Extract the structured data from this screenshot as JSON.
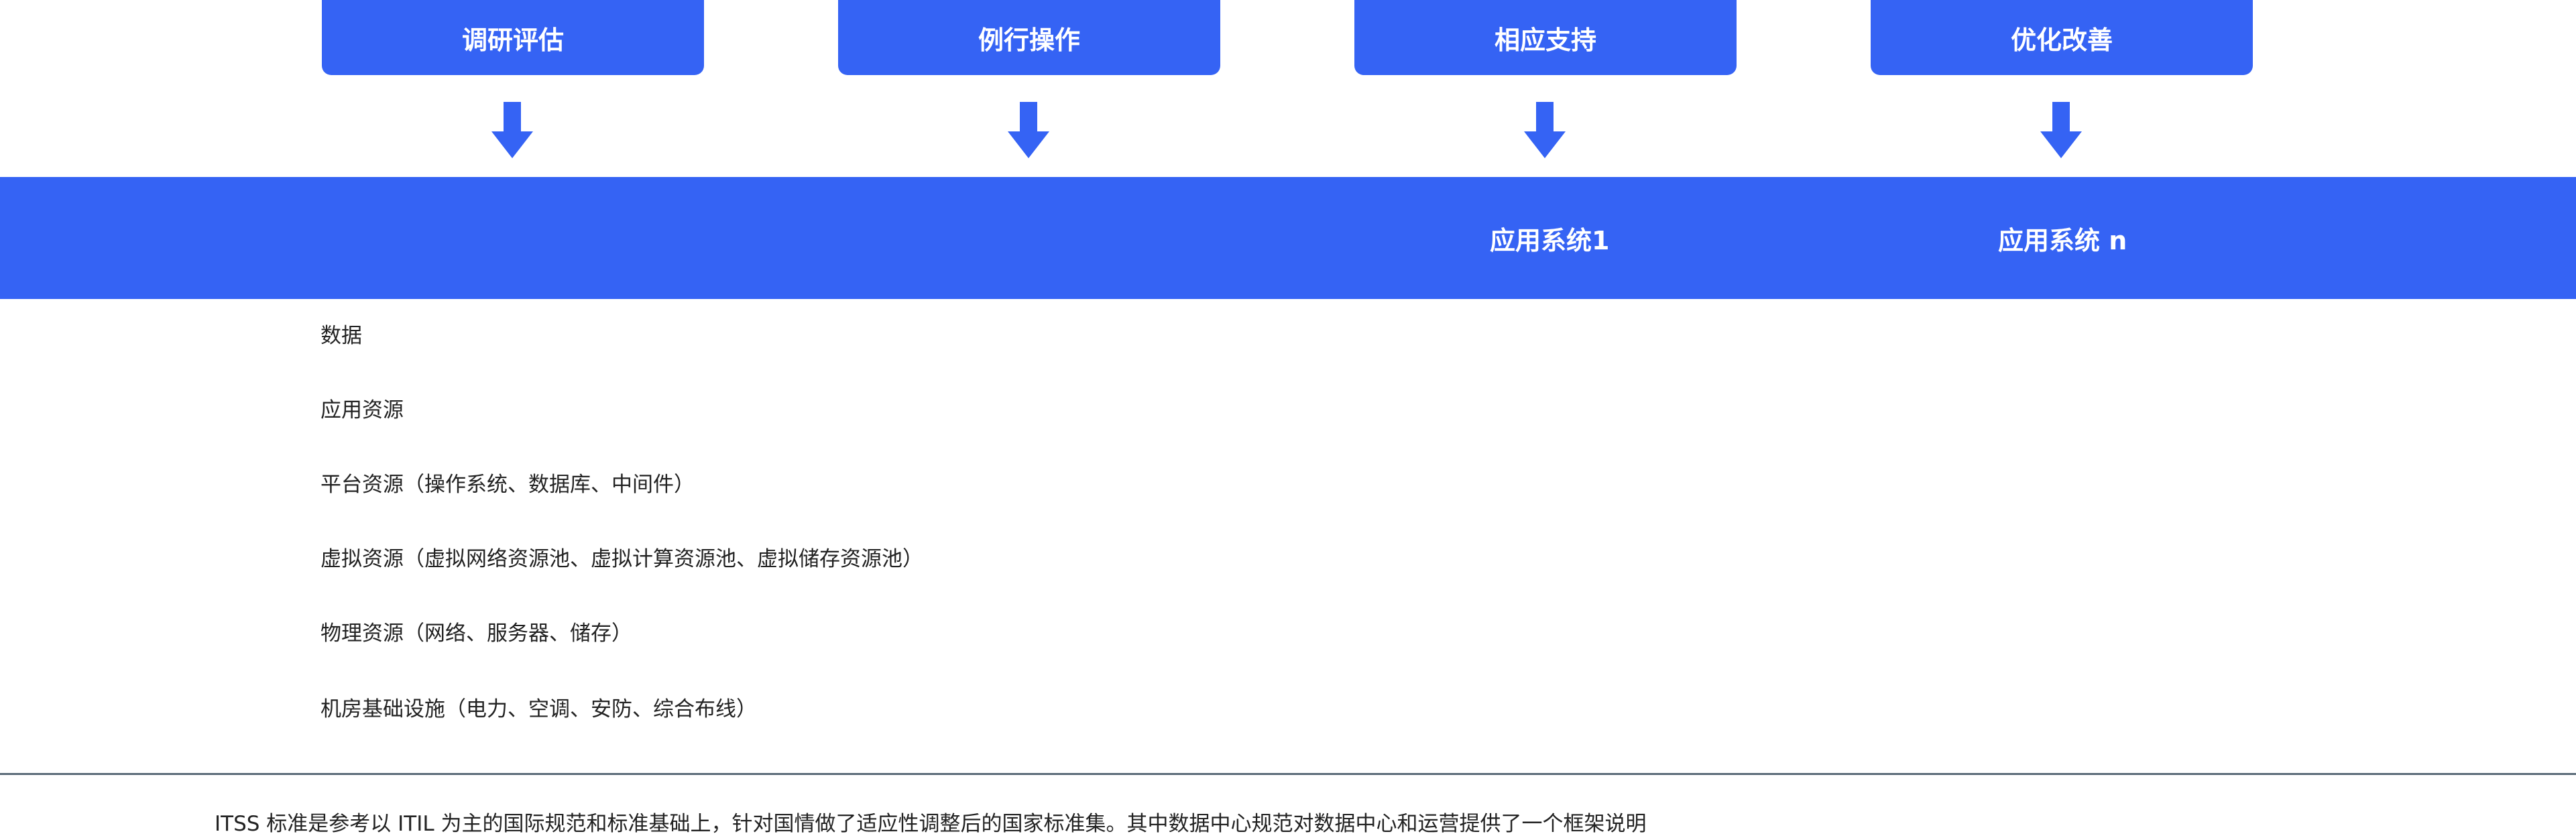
{
  "phases": [
    {
      "label": "调研评估"
    },
    {
      "label": "例行操作"
    },
    {
      "label": "相应支持"
    },
    {
      "label": "优化改善"
    }
  ],
  "app_band": {
    "system_1": "应用系统1",
    "system_n": "应用系统 n"
  },
  "layers": [
    "数据",
    "应用资源",
    "平台资源（操作系统、数据库、中间件）",
    "虚拟资源（虚拟网络资源池、虚拟计算资源池、虚拟储存资源池）",
    "物理资源（网络、服务器、储存）",
    "机房基础设施（电力、空调、安防、综合布线）"
  ],
  "footer": {
    "note": "ITSS 标准是参考以 ITIL 为主的国际规范和标准基础上，针对国情做了适应性调整后的国家标准集。其中数据中心规范对数据中心和运营提供了一个框架说明"
  },
  "colors": {
    "primary_blue": "#3563f4",
    "text_dark": "#222222",
    "divider": "#5a6a78"
  }
}
